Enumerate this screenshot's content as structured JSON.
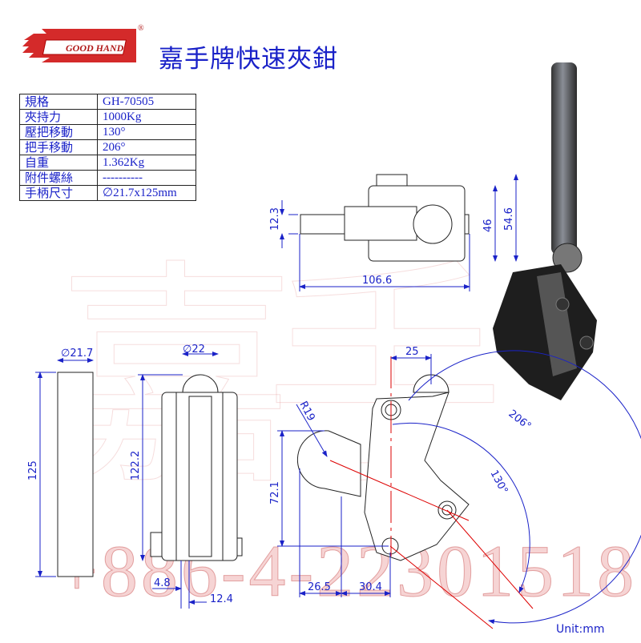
{
  "logo": {
    "text": "GOOD HAND",
    "registered": "®"
  },
  "title": "嘉手牌快速夾鉗",
  "spec_table": [
    {
      "label": "規格",
      "value": "GH-70505"
    },
    {
      "label": "夾持力",
      "value": "1000Kg"
    },
    {
      "label": "壓把移動",
      "value": "130°"
    },
    {
      "label": "把手移動",
      "value": "206°"
    },
    {
      "label": "自重",
      "value": "1.362Kg"
    },
    {
      "label": "附件螺絲",
      "value": "----------"
    },
    {
      "label": "手柄尺寸",
      "value": "∅21.7x125mm"
    }
  ],
  "dimensions": {
    "top_height": "12.3",
    "top_body": "46",
    "top_total": "54.6",
    "top_length": "106.6",
    "handle_dia": "∅21.7",
    "handle_len": "125",
    "knob_dia": "∅22",
    "front_height": "122.2",
    "front_w1": "4.8",
    "front_w2": "12.4",
    "side_offset": "25",
    "radius": "R19",
    "angle_handle": "206°",
    "angle_press": "130°",
    "side_height": "72.1",
    "side_w1": "26.5",
    "side_w2": "30.4"
  },
  "watermark": {
    "phone": "+886-4-22301518",
    "chars": "嘉手"
  },
  "unit": "Unit:mm"
}
